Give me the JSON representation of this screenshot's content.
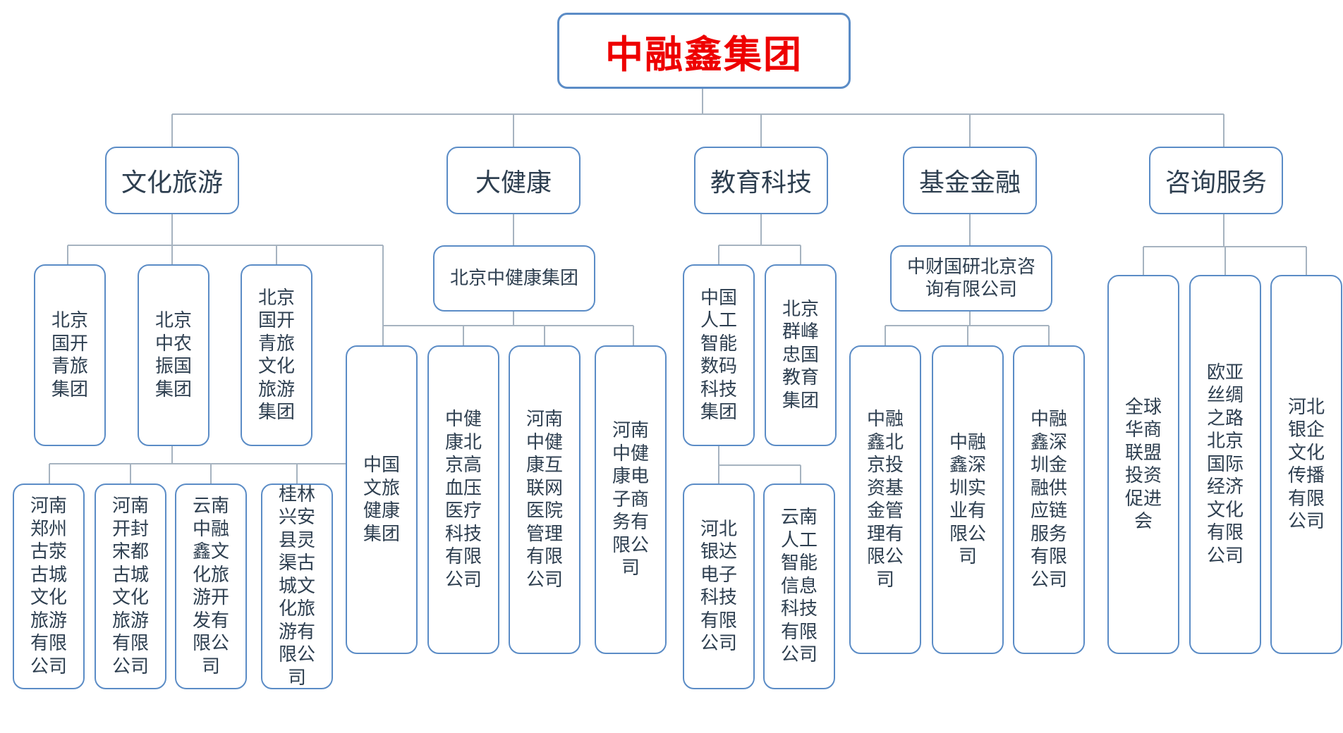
{
  "root": {
    "name": "中融鑫集团",
    "color": "#ee0000"
  },
  "categories": [
    "文化旅游",
    "大健康",
    "教育科技",
    "基金金融",
    "咨询服务"
  ],
  "culture_tourism": {
    "level1": [
      "北京国开青旅集团",
      "北京中农振国集团",
      "北京国开青旅文化旅游集团",
      "中国文旅健康集团"
    ],
    "level2": [
      "河南郑州古荥古城文化旅游有限公司",
      "河南开封宋都古城文化旅游有限公司",
      "云南中融鑫文化旅游开发有限公司",
      "桂林兴安县灵渠古城文化旅游有限公司"
    ]
  },
  "health": {
    "group": "北京中健康集团",
    "companies": [
      "中健康北京高血压医疗科技有限公司",
      "河南中健康互联网医院管理有限公司",
      "河南中健康电子商务有限公司"
    ]
  },
  "education_tech": {
    "level1": [
      "中国人工智能数码科技集团",
      "北京群峰忠国教育集团"
    ],
    "level2": [
      "河北银达电子科技有限公司",
      "云南人工智能信息科技有限公司"
    ]
  },
  "fund_finance": {
    "group": "中财国研北京咨询有限公司",
    "companies": [
      "中融鑫北京投资基金管理有限公司",
      "中融鑫深圳实业有限公司",
      "中融鑫深圳金融供应链服务有限公司"
    ]
  },
  "consulting": {
    "companies": [
      "全球华商联盟投资促进会",
      "欧亚丝绸之路北京国际经济文化有限公司",
      "河北银企文化传播有限公司"
    ]
  },
  "colors": {
    "border": "#5b8cc6",
    "connector": "#a6b3c0",
    "text": "#2e3f50"
  }
}
